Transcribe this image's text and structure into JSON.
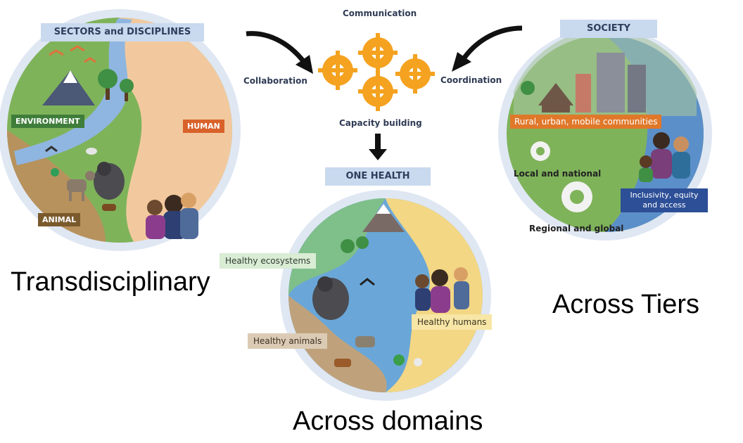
{
  "left_panel": {
    "header": "SECTORS and DISCIPLINES",
    "tag_environment": "ENVIRONMENT",
    "tag_human": "HUMAN",
    "tag_animal": "ANIMAL",
    "caption": "Transdisciplinary"
  },
  "center_panel": {
    "top_label": "Communication",
    "left_label": "Collaboration",
    "right_label": "Coordination",
    "bottom_label": "Capacity building",
    "header": "ONE HEALTH",
    "label_ecosystems": "Healthy ecosystems",
    "label_humans": "Healthy humans",
    "label_animals": "Healthy animals",
    "caption": "Across domains"
  },
  "right_panel": {
    "header": "SOCIETY",
    "band": "Rural, urban, mobile communities",
    "local": "Local and national",
    "regional": "Regional and global",
    "box_line1": "Inclusivity, equity",
    "box_line2": "and access",
    "caption": "Across Tiers"
  },
  "colors": {
    "gear": "#f4a21f",
    "environment": "#3f7d3a",
    "human": "#d9622b",
    "animal": "#7a5a2c",
    "band": "#e0782a",
    "box": "#2d4f97"
  }
}
